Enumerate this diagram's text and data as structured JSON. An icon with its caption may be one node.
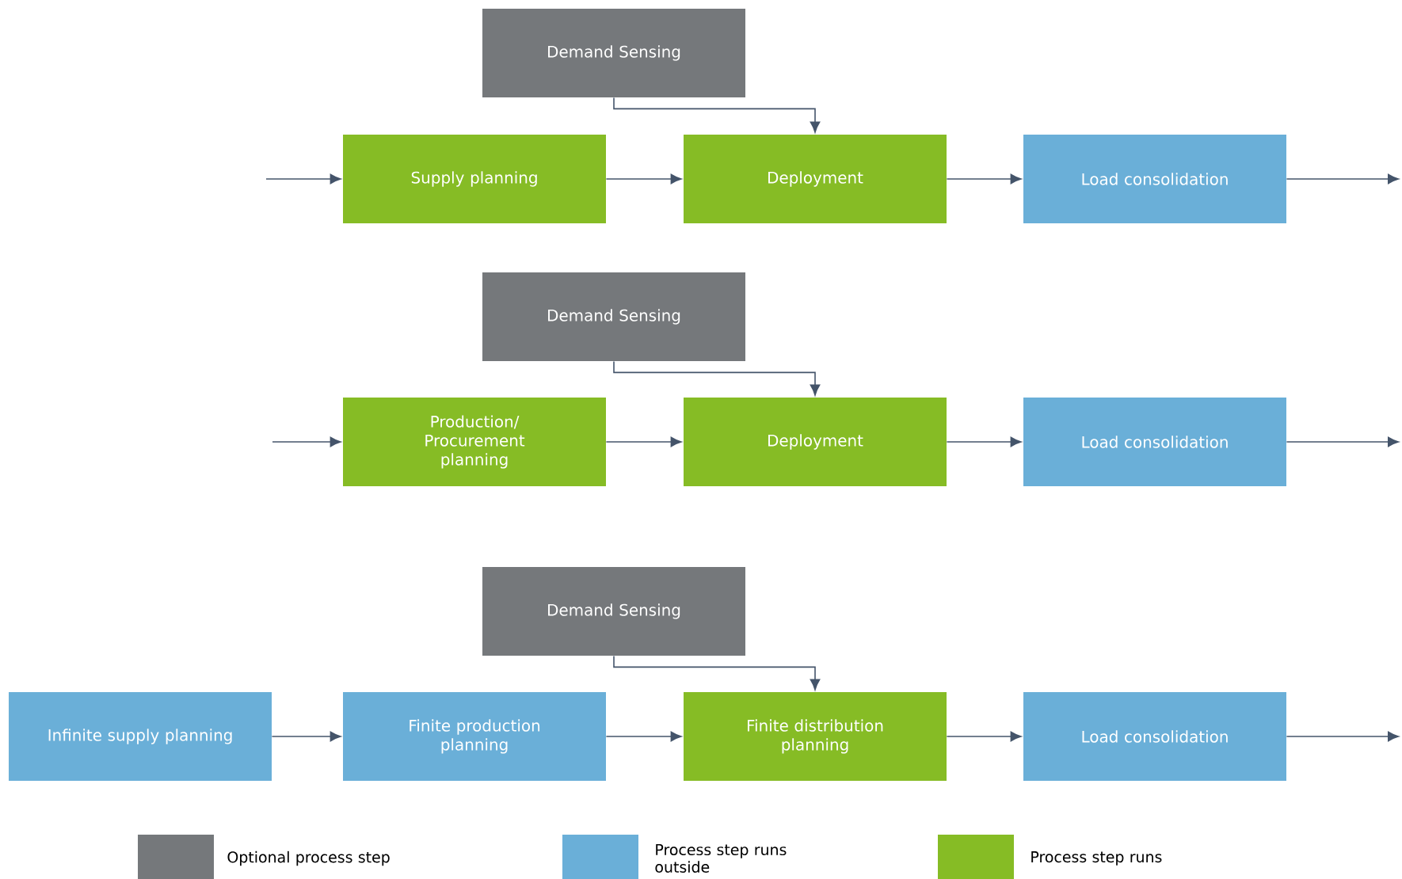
{
  "diagram": {
    "nodes": [
      {
        "text": [
          "Demand Sensing"
        ]
      },
      {
        "text": [
          "Supply planning"
        ]
      },
      {
        "text": [
          "Deployment"
        ]
      },
      {
        "text": [
          "Load consolidation"
        ]
      },
      {
        "text": [
          "Demand Sensing"
        ]
      },
      {
        "text": [
          "Production/ Procurement planning"
        ]
      },
      {
        "text": [
          "Deployment"
        ]
      },
      {
        "text": [
          "Load consolidation"
        ]
      },
      {
        "text": [
          "Demand Sensing"
        ]
      },
      {
        "text": [
          "Infinite supply planning"
        ]
      },
      {
        "text": [
          "Finite production planning"
        ]
      },
      {
        "text": [
          "Finite distribution planning"
        ]
      },
      {
        "text": [
          "Load consolidation"
        ]
      }
    ],
    "edges": [
      {
        "from": null,
        "to": 1,
        "arrow": "to"
      },
      {
        "from": 1,
        "to": 2,
        "arrow": "to"
      },
      {
        "from": 0,
        "to": 2,
        "arrow": "to"
      },
      {
        "from": 2,
        "to": 3,
        "arrow": "to"
      },
      {
        "from": 3,
        "to": null,
        "arrow": "to"
      },
      {
        "from": null,
        "to": 5,
        "arrow": "to"
      },
      {
        "from": 5,
        "to": 6,
        "arrow": "to"
      },
      {
        "from": 4,
        "to": 6,
        "arrow": "to"
      },
      {
        "from": 6,
        "to": 7,
        "arrow": "to"
      },
      {
        "from": 7,
        "to": null,
        "arrow": "to"
      },
      {
        "from": 9,
        "to": 10,
        "arrow": "to"
      },
      {
        "from": 10,
        "to": 11,
        "arrow": "to"
      },
      {
        "from": 8,
        "to": 11,
        "arrow": "to"
      },
      {
        "from": 11,
        "to": 12,
        "arrow": "to"
      },
      {
        "from": 12,
        "to": null,
        "arrow": "to"
      }
    ],
    "legend": [
      {
        "text": "Optional process step",
        "color": "#75787b"
      },
      {
        "text": "Process step runs outside",
        "color": "#6aafd8"
      },
      {
        "text": "Process step runs",
        "color": "#86bc25"
      }
    ]
  }
}
